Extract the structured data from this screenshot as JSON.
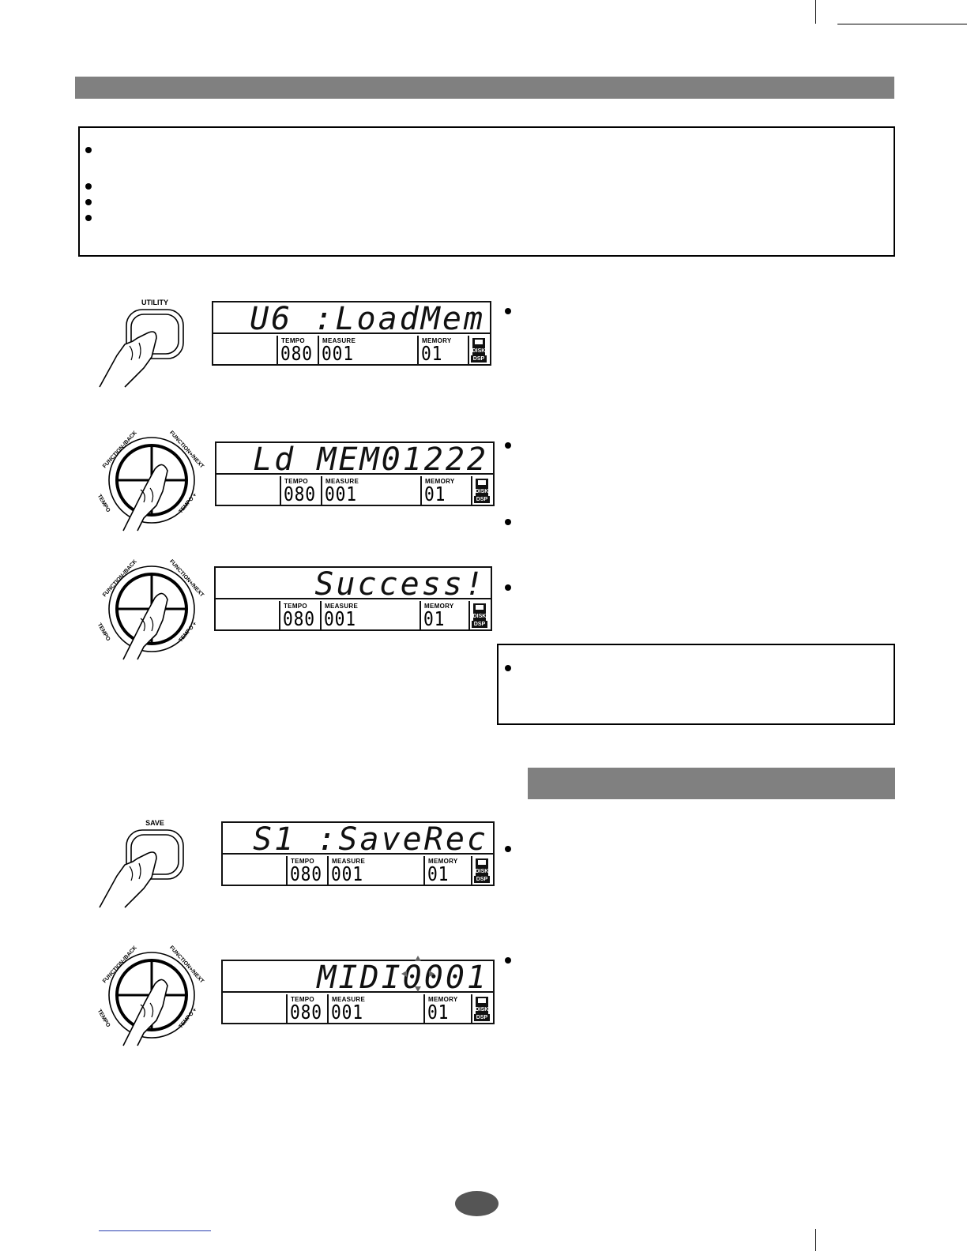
{
  "sections": {
    "top_bar": "",
    "save_bar": ""
  },
  "note_box": {
    "bullets": [
      "",
      "",
      "",
      ""
    ]
  },
  "steps": [
    {
      "button": "UTILITY",
      "lcd": {
        "main": "U6 :LoadMem",
        "tempo_label": "TEMPO",
        "tempo": "080",
        "measure_label": "MEASURE",
        "measure": "001",
        "memory_label": "MEMORY",
        "memory": "01",
        "disk": "DISK",
        "dsp": "DSP"
      }
    },
    {
      "dial": {
        "back": "FUNCTION-/BACK",
        "next": "FUNCTION+/NEXT",
        "tempo_minus": "TEMPO",
        "tempo_plus": "TEMPO +"
      },
      "lcd": {
        "main": "Ld MEM01222",
        "tempo_label": "TEMPO",
        "tempo": "080",
        "measure_label": "MEASURE",
        "measure": "001",
        "memory_label": "MEMORY",
        "memory": "01",
        "disk": "DISK",
        "dsp": "DSP"
      }
    },
    {
      "dial": {
        "back": "FUNCTION-/BACK",
        "next": "FUNCTION+/NEXT",
        "tempo_minus": "TEMPO",
        "tempo_plus": "TEMPO +"
      },
      "lcd": {
        "main": "Success!",
        "tempo_label": "TEMPO",
        "tempo": "080",
        "measure_label": "MEASURE",
        "measure": "001",
        "memory_label": "MEMORY",
        "memory": "01",
        "disk": "DISK",
        "dsp": "DSP"
      }
    },
    {
      "button": "SAVE",
      "lcd": {
        "main": "S1 :SaveRec",
        "tempo_label": "TEMPO",
        "tempo": "080",
        "measure_label": "MEASURE",
        "measure": "001",
        "memory_label": "MEMORY",
        "memory": "01",
        "disk": "DISK",
        "dsp": "DSP"
      }
    },
    {
      "dial": {
        "back": "FUNCTION-/BACK",
        "next": "FUNCTION+/NEXT",
        "tempo_minus": "TEMPO",
        "tempo_plus": "TEMPO +"
      },
      "lcd": {
        "main": "MIDI0001",
        "tempo_label": "TEMPO",
        "tempo": "080",
        "measure_label": "MEASURE",
        "measure": "001",
        "memory_label": "MEMORY",
        "memory": "01",
        "disk": "DISK",
        "dsp": "DSP"
      }
    }
  ]
}
